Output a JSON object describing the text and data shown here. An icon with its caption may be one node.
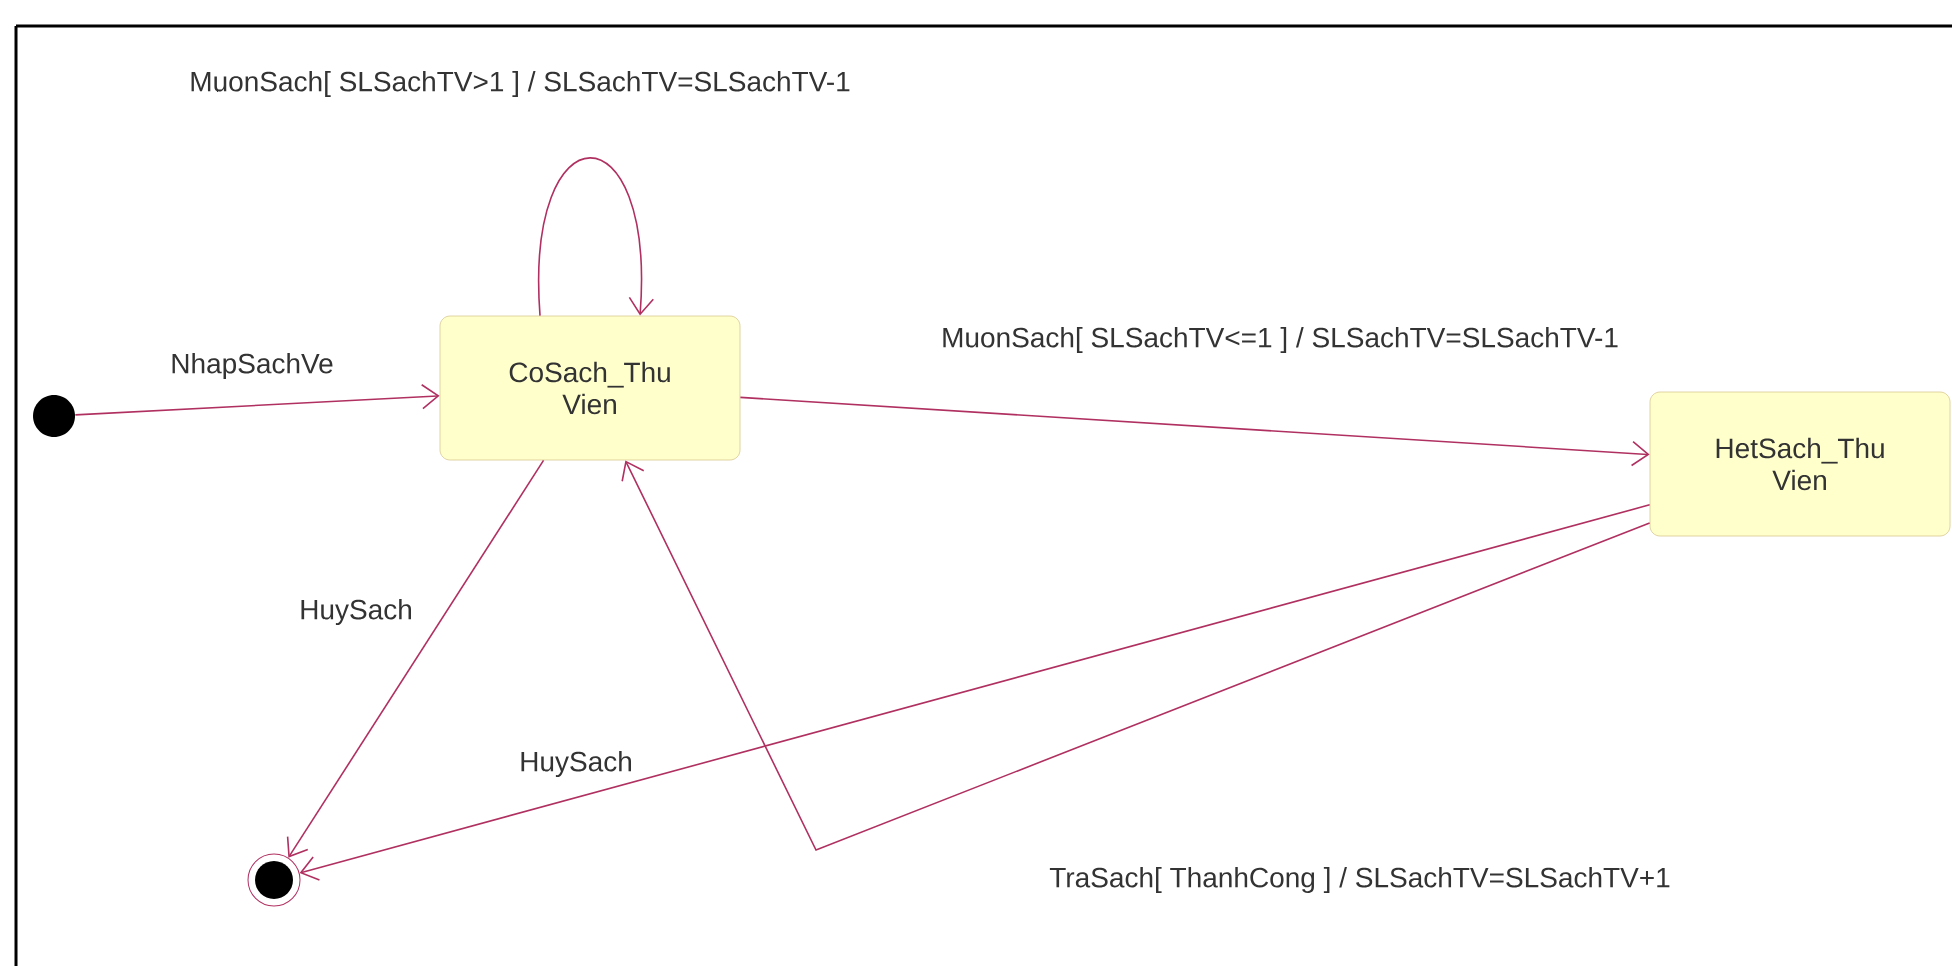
{
  "diagram": {
    "nodes": [
      {
        "text": [],
        "shape": "circle"
      },
      {
        "text": [
          "CoSach_Thu Vien"
        ]
      },
      {
        "text": [
          "HetSach_Thu Vien"
        ]
      },
      {
        "text": [],
        "shape": "circle"
      }
    ],
    "edges": [
      {
        "from": 0,
        "to": 1,
        "arrow": "to",
        "label": "NhapSachVe"
      },
      {
        "from": 1,
        "to": 1,
        "arrow": "to",
        "label": "MuonSach[ SLSachTV>1 ] / SLSachTV=SLSachTV-1"
      },
      {
        "from": 1,
        "to": 2,
        "arrow": "to",
        "label": "MuonSach[ SLSachTV<=1 ] / SLSachTV=SLSachTV-1"
      },
      {
        "from": 1,
        "to": 3,
        "arrow": "to",
        "label": "HuySach"
      },
      {
        "from": 2,
        "to": 3,
        "arrow": "to",
        "label": "HuySach"
      },
      {
        "from": 2,
        "to": 1,
        "arrow": "to",
        "label": "TraSach[ ThanhCong ] / SLSachTV=SLSachTV+1"
      }
    ]
  }
}
